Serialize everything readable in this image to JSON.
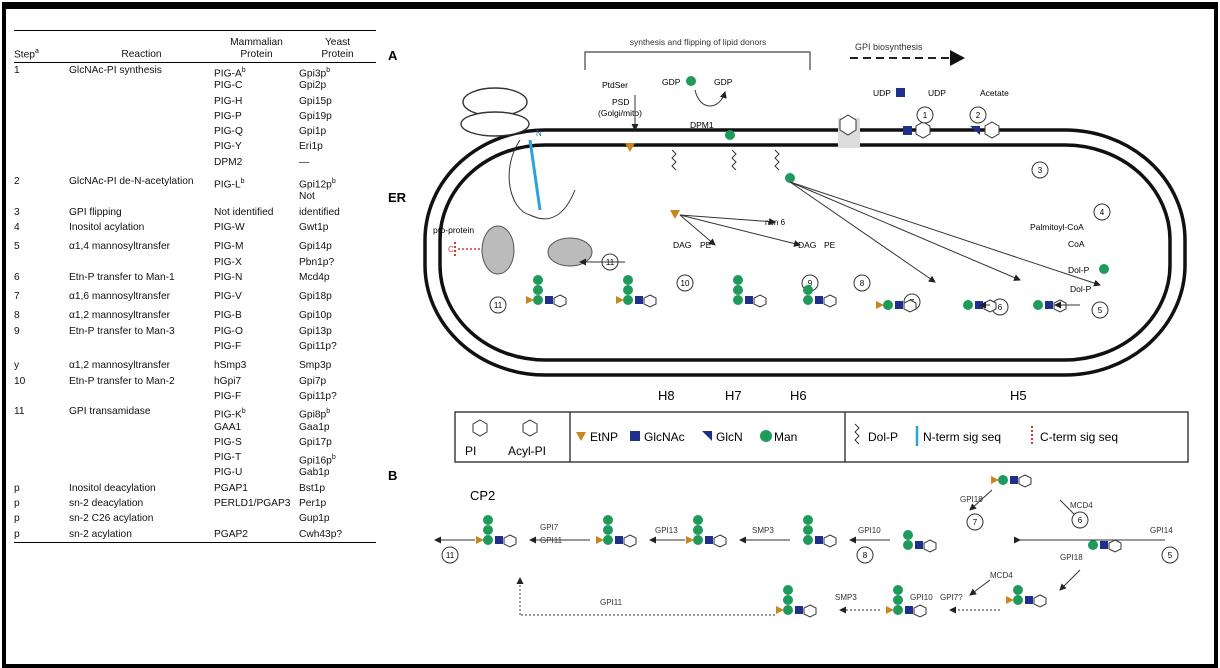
{
  "table": {
    "headers": {
      "step": "Step",
      "step_sup": "a",
      "reaction": "Reaction",
      "mammalian_top": "Mammalian",
      "mammalian_bottom": "Protein",
      "yeast_top": "Yeast",
      "yeast_bottom": "Protein"
    },
    "rows": [
      {
        "step": "1",
        "reaction": "GlcNAc-PI synthesis",
        "mammalian": "PIG-A",
        "msup": "b",
        "yeast": "Gpi3p",
        "ysup": "b"
      },
      {
        "step": "",
        "reaction": "",
        "mammalian": "PIG-C",
        "msup": "",
        "yeast": "Gpi2p",
        "ysup": ""
      },
      {
        "step": "",
        "reaction": "",
        "mammalian": "PIG-H",
        "msup": "",
        "yeast": "Gpi15p",
        "ysup": ""
      },
      {
        "step": "",
        "reaction": "",
        "mammalian": "PIG-P",
        "msup": "",
        "yeast": "Gpi19p",
        "ysup": ""
      },
      {
        "step": "",
        "reaction": "",
        "mammalian": "PIG-Q",
        "msup": "",
        "yeast": "Gpi1p",
        "ysup": ""
      },
      {
        "step": "",
        "reaction": "",
        "mammalian": "PIG-Y",
        "msup": "",
        "yeast": "Eri1p",
        "ysup": ""
      },
      {
        "step": "",
        "reaction": "",
        "mammalian": "DPM2",
        "msup": "",
        "yeast": "—",
        "ysup": ""
      },
      {
        "gap": true
      },
      {
        "step": "2",
        "reaction": "GlcNAc-PI de-N-acetylation",
        "mammalian": "PIG-L",
        "msup": "b",
        "yeast": "Gpi12p",
        "ysup": "b"
      },
      {
        "step": "",
        "reaction": "",
        "mammalian": "",
        "msup": "",
        "yeast": "Not",
        "ysup": ""
      },
      {
        "step": "3",
        "reaction": "GPI flipping",
        "mammalian": "Not identified",
        "msup": "",
        "yeast": "identified",
        "ysup": ""
      },
      {
        "step": "4",
        "reaction": "Inositol acylation",
        "mammalian": "PIG-W",
        "msup": "",
        "yeast": "Gwt1p",
        "ysup": ""
      },
      {
        "gap": true
      },
      {
        "step": "5",
        "reaction": "α1,4 mannosyltransfer",
        "mammalian": "PIG-M",
        "msup": "",
        "yeast": "Gpi14p",
        "ysup": ""
      },
      {
        "step": "",
        "reaction": "",
        "mammalian": "PIG-X",
        "msup": "",
        "yeast": "Pbn1p?",
        "ysup": ""
      },
      {
        "step": "6",
        "reaction": "Etn-P transfer to Man-1",
        "mammalian": "PIG-N",
        "msup": "",
        "yeast": "Mcd4p",
        "ysup": ""
      },
      {
        "gap": true
      },
      {
        "step": "7",
        "reaction": "α1,6 mannosyltransfer",
        "mammalian": "PIG-V",
        "msup": "",
        "yeast": "Gpi18p",
        "ysup": ""
      },
      {
        "gap": true
      },
      {
        "step": "8",
        "reaction": "α1,2 mannosyltransfer",
        "mammalian": "PIG-B",
        "msup": "",
        "yeast": "Gpi10p",
        "ysup": ""
      },
      {
        "step": "9",
        "reaction": "Etn-P transfer to Man-3",
        "mammalian": "PIG-O",
        "msup": "",
        "yeast": "Gpi13p",
        "ysup": ""
      },
      {
        "step": "",
        "reaction": "",
        "mammalian": "PIG-F",
        "msup": "",
        "yeast": "Gpi11p?",
        "ysup": ""
      },
      {
        "gap": true
      },
      {
        "step": "y",
        "reaction": "α1,2 mannosyltransfer",
        "mammalian": "hSmp3",
        "msup": "",
        "yeast": "Smp3p",
        "ysup": ""
      },
      {
        "step": "10",
        "reaction": "Etn-P transfer to Man-2",
        "mammalian": "hGpi7",
        "msup": "",
        "yeast": "Gpi7p",
        "ysup": ""
      },
      {
        "step": "",
        "reaction": "",
        "mammalian": "PIG-F",
        "msup": "",
        "yeast": "Gpi11p?",
        "ysup": ""
      },
      {
        "step": "11",
        "reaction": "GPI transamidase",
        "mammalian": "PIG-K",
        "msup": "b",
        "yeast": "Gpi8p",
        "ysup": "b"
      },
      {
        "step": "",
        "reaction": "",
        "mammalian": "GAA1",
        "msup": "",
        "yeast": "Gaa1p",
        "ysup": ""
      },
      {
        "step": "",
        "reaction": "",
        "mammalian": "PIG-S",
        "msup": "",
        "yeast": "Gpi17p",
        "ysup": ""
      },
      {
        "step": "",
        "reaction": "",
        "mammalian": "PIG-T",
        "msup": "",
        "yeast": "Gpi16p",
        "ysup": "b"
      },
      {
        "step": "",
        "reaction": "",
        "mammalian": "PIG-U",
        "msup": "",
        "yeast": "Gab1p",
        "ysup": ""
      },
      {
        "step": "p",
        "reaction": "Inositol deacylation",
        "mammalian": "PGAP1",
        "msup": "",
        "yeast": "Bst1p",
        "ysup": ""
      },
      {
        "step": "p",
        "reaction": "sn-2 deacylation",
        "mammalian": "PERLD1/PGAP3",
        "msup": "",
        "yeast": "Per1p",
        "ysup": ""
      },
      {
        "step": "p",
        "reaction": "sn-2 C26 acylation",
        "mammalian": "",
        "msup": "",
        "yeast": "Gup1p",
        "ysup": ""
      },
      {
        "step": "p",
        "reaction": "sn-2 acylation",
        "mammalian": "PGAP2",
        "msup": "",
        "yeast": "Cwh43p?",
        "ysup": ""
      }
    ]
  },
  "figure": {
    "panel_a": "A",
    "panel_b": "B",
    "bracket_label": "synthesis and flipping of lipid donors",
    "gpi_biosynthesis": "GPI biosynthesis",
    "er": "ER",
    "pro_protein": "pro-protein",
    "labels": {
      "ptdser": "PtdSer",
      "psd": "PSD",
      "golgi": "(Golgi/mito)",
      "gdp_man": "GDP",
      "gdp": "GDP",
      "dpm1": "DPM1",
      "udp_glcnac": "UDP",
      "udp": "UDP",
      "acetate": "Acetate",
      "palmitoyl": "Palmitoyl-CoA",
      "coa": "CoA",
      "non6": "non 6",
      "dag1": "DAG",
      "pe1": "PE",
      "dag2": "DAG",
      "pe2": "PE",
      "dolp": "Dol-P",
      "dolp_man": "Dol-P",
      "n": "N",
      "c": "C"
    },
    "steps": [
      "1",
      "2",
      "3",
      "4",
      "5",
      "6",
      "7",
      "8",
      "9",
      "10",
      "11"
    ],
    "stages": {
      "h8": "H8",
      "h7": "H7",
      "h6": "H6",
      "h5": "H5"
    },
    "legend": {
      "pi": "PI",
      "acyl_pi": "Acyl-PI",
      "etnp": "EtNP",
      "glcnac": "GlcNAc",
      "glcn": "GlcN",
      "man": "Man",
      "dolp": "Dol-P",
      "nterm": "N-term sig seq",
      "cterm": "C-term sig seq"
    },
    "panel_b_labels": {
      "cp2": "CP2",
      "gpi7": "GPI7",
      "gpi11": "GPI11",
      "gpi13": "GPI13",
      "smp3": "SMP3",
      "gpi10": "GPI10",
      "gpi18": "GPI18",
      "mcd4": "MCD4",
      "gpi14": "GPI14",
      "gpi18b": "GPI18",
      "mcd4b": "MCD4",
      "gpi10b": "GPI10",
      "gpi7b": "GPI7?",
      "smp3b": "SMP3",
      "gpi11b": "GPI11"
    },
    "colors": {
      "etnp": "#c8861e",
      "glcnac": "#1f2f8e",
      "man": "#1e9a5b",
      "nterm": "#29a3d8",
      "cterm": "#d23a3a"
    }
  }
}
